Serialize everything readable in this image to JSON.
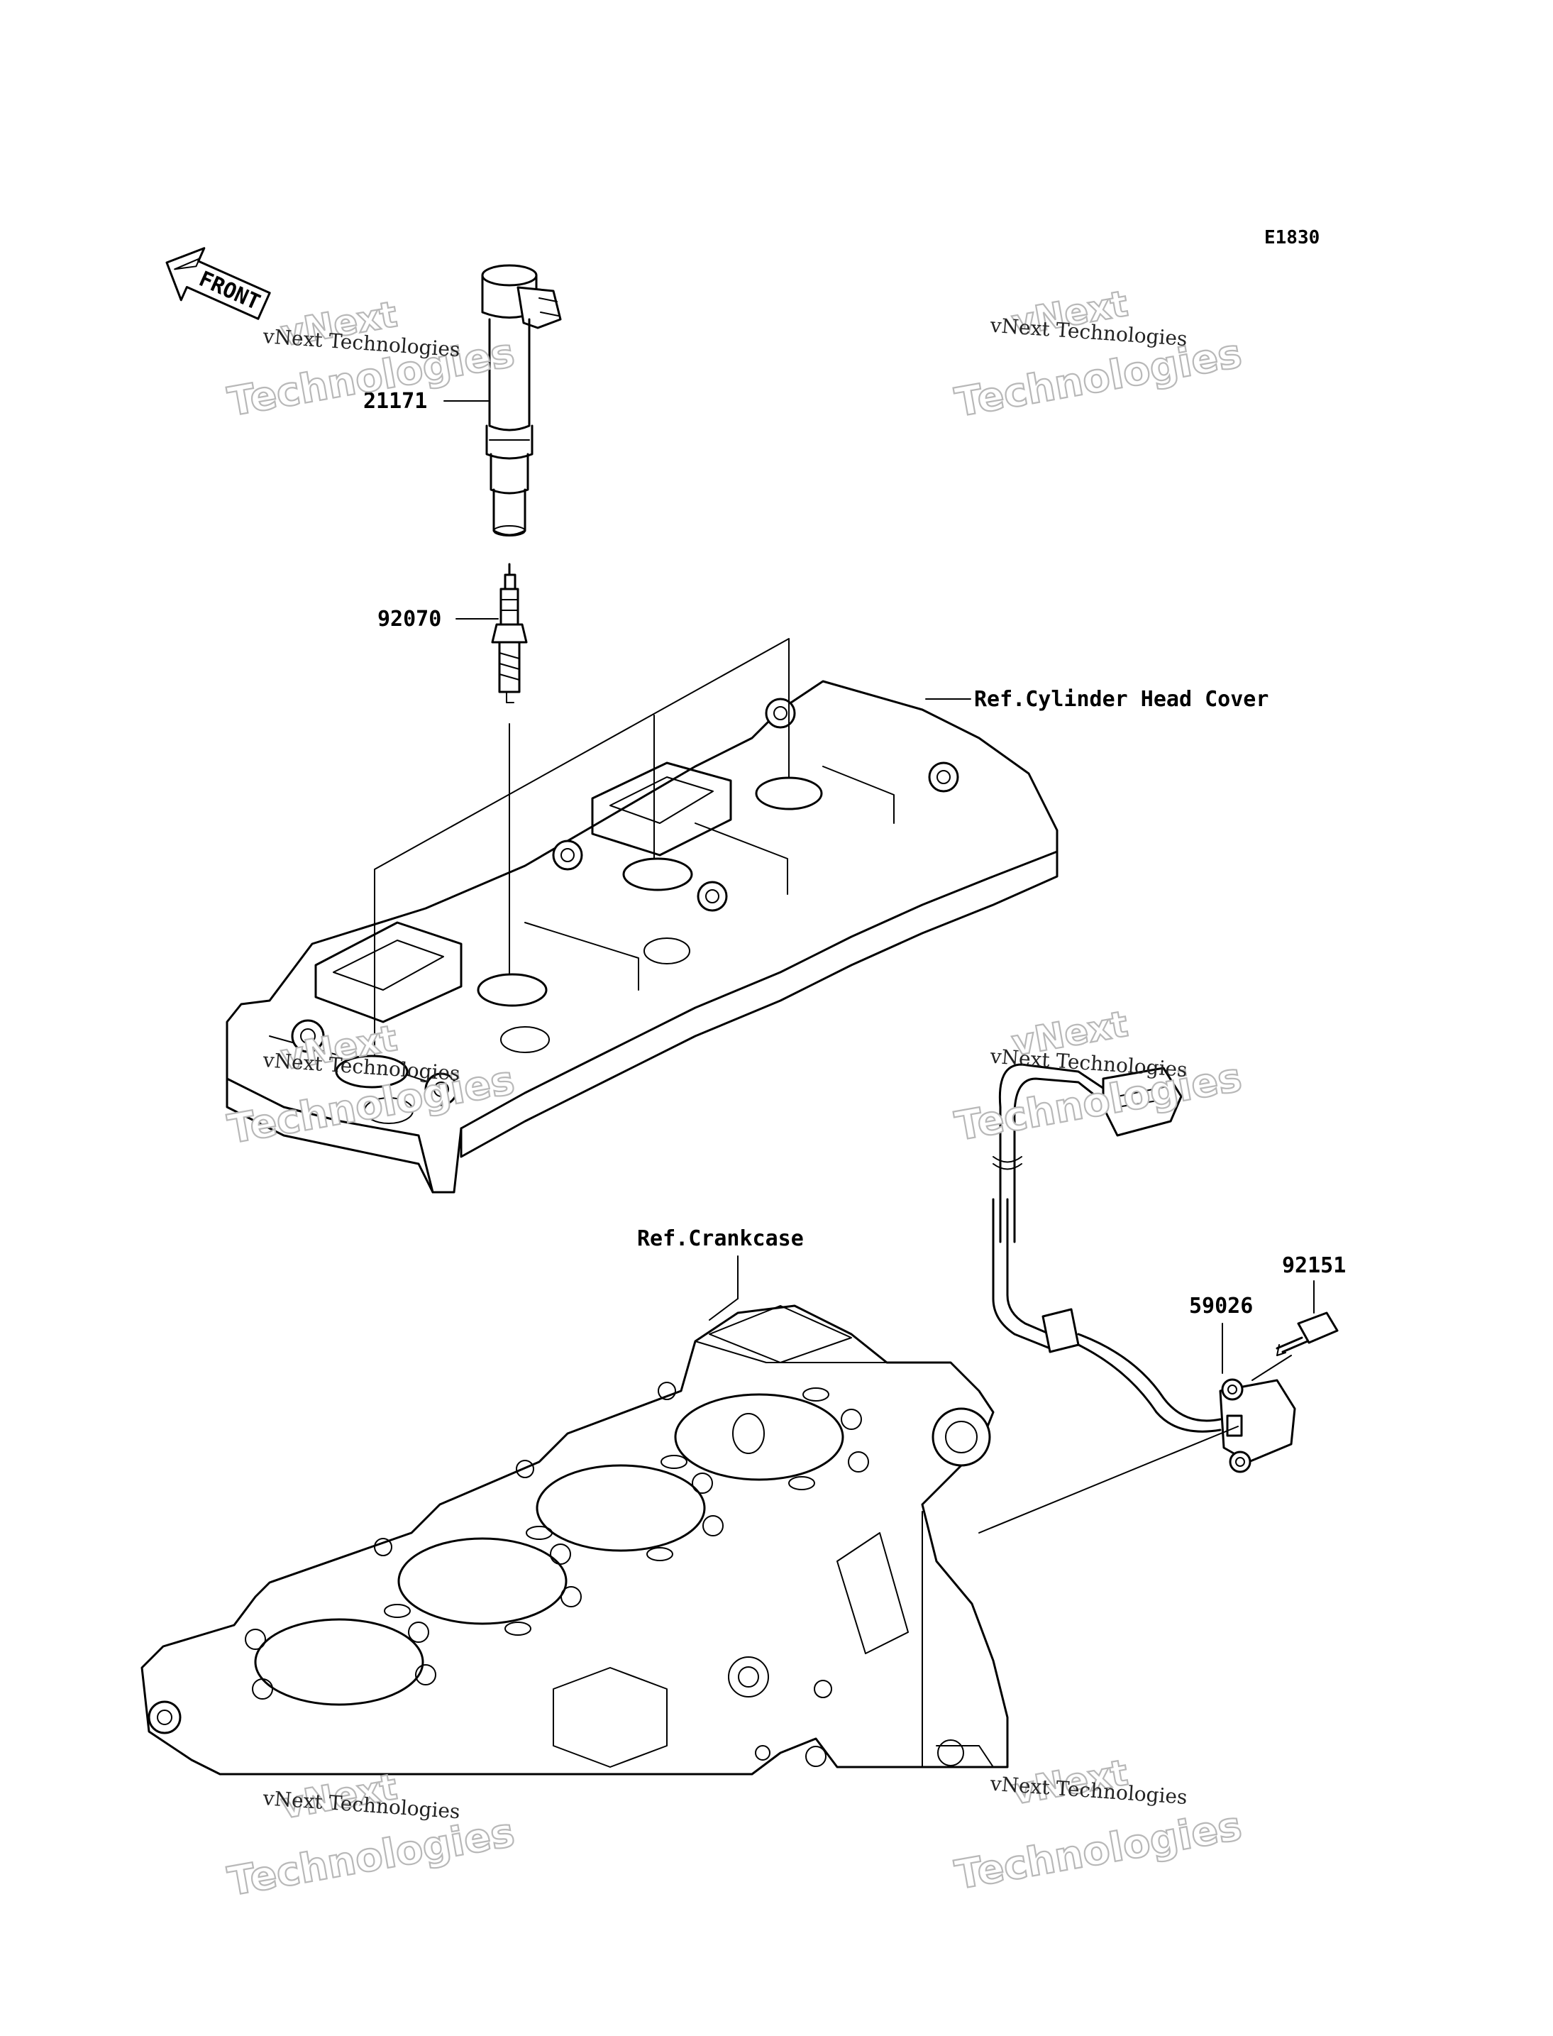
{
  "diagram_code": "E1830",
  "front_arrow_label": "FRONT",
  "part_labels": {
    "ignition_coil": "21171",
    "spark_plug": "92070",
    "cylinder_head_cover_ref": "Ref.Cylinder Head Cover",
    "crankcase_ref": "Ref.Crankcase",
    "bolt": "92151",
    "pickup_coil": "59026"
  },
  "watermark": {
    "line1": "vNext Technologies",
    "big_line1": "vNext",
    "big_line2": "Technologies"
  }
}
